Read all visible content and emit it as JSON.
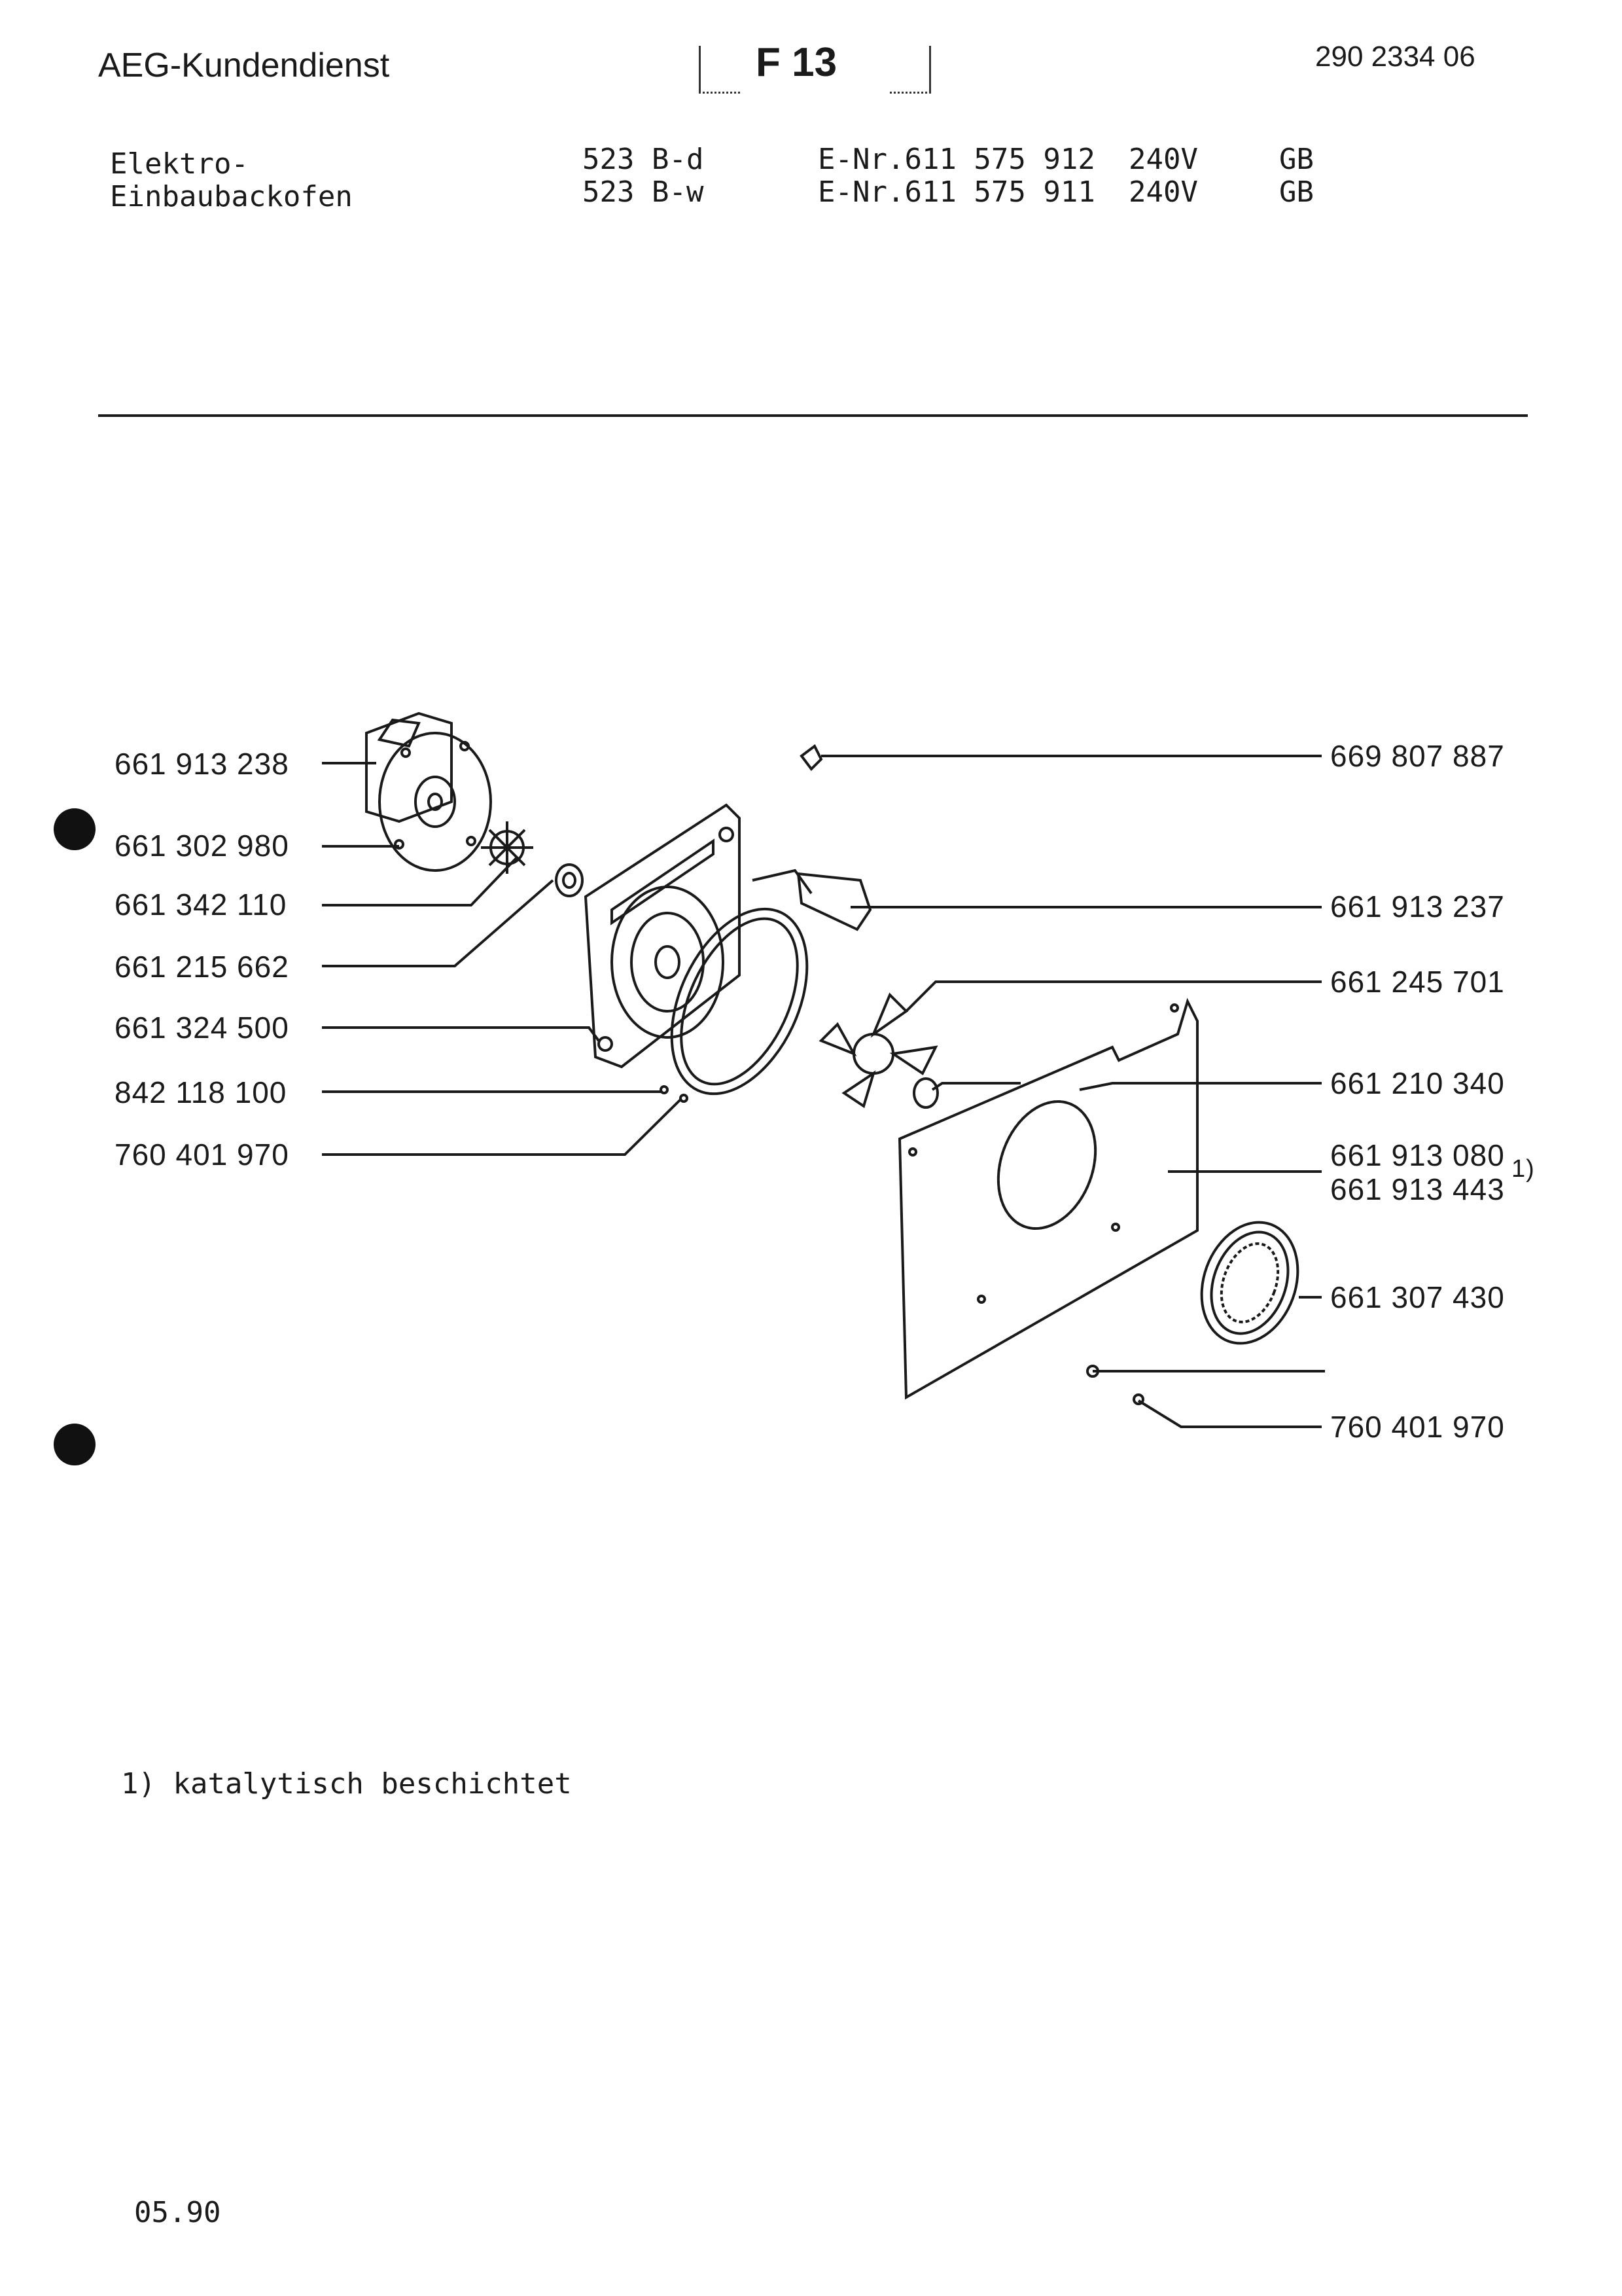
{
  "header": {
    "brand": "AEG-Kundendienst",
    "sheet": "F 13",
    "doc_number": "290 2334 06"
  },
  "product": {
    "name_line1": "Elektro-",
    "name_line2": "Einbaubackofen",
    "variants": [
      {
        "model": "523 B-d",
        "enr": "E-Nr.611 575 912",
        "voltage": "240V",
        "country": "GB"
      },
      {
        "model": "523 B-w",
        "enr": "E-Nr.611 575 911",
        "voltage": "240V",
        "country": "GB"
      }
    ]
  },
  "parts_left": [
    "661 913 238",
    "661 302 980",
    "661 342 110",
    "661 215 662",
    "661 324 500",
    "842 118 100",
    "760 401 970"
  ],
  "parts_right": [
    "669 807 887",
    "661 913 237",
    "661 245 701",
    "661 210 340",
    "661 913 080",
    "661 913 443",
    "661 307 430",
    "760 401 970"
  ],
  "footnote_marker": "1)",
  "footnote": "1) katalytisch beschichtet",
  "date": "05.90"
}
